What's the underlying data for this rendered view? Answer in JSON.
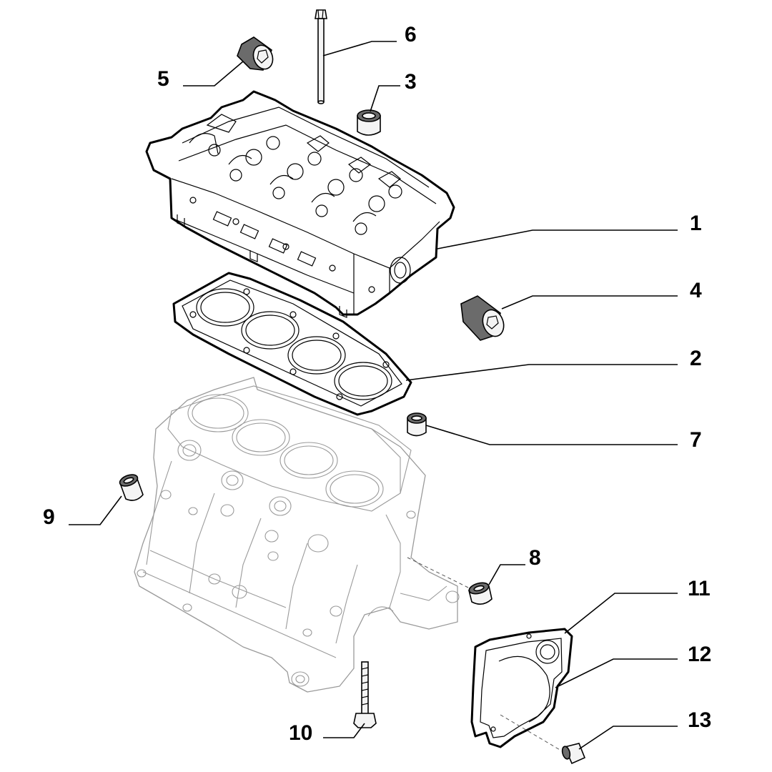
{
  "callouts": {
    "c1": "1",
    "c2": "2",
    "c3": "3",
    "c4": "4",
    "c5": "5",
    "c6": "6",
    "c7": "7",
    "c8": "8",
    "c9": "9",
    "c10": "10",
    "c11": "11",
    "c12": "12",
    "c13": "13"
  },
  "colors": {
    "line": "#000000",
    "ghost_line": "#9a9a9a",
    "part_shade": "#6b6b6b",
    "background": "#ffffff"
  }
}
